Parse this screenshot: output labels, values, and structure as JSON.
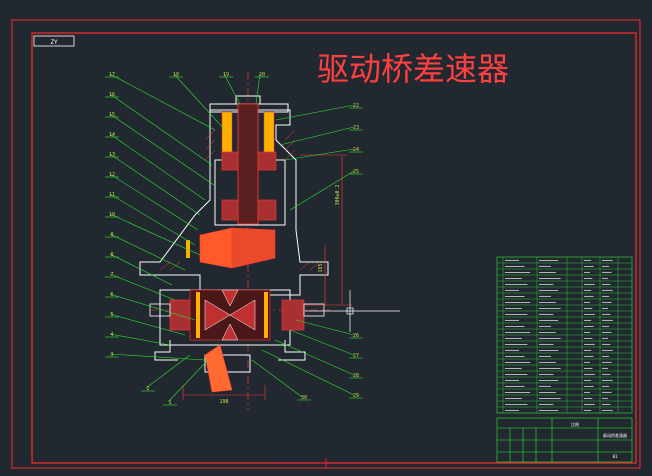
{
  "drawing": {
    "title": "驱动桥差速器",
    "code_box": "ZY",
    "colors": {
      "background": "#212830",
      "frame": "#ff2a2a",
      "leader": "#2fe82f",
      "label": "#d8d84a",
      "steel_hatch": "#ff3a3a",
      "outline": "#ffffff",
      "dimension": "#ff3a3a",
      "table_line": "#2fe82f",
      "table_text": "#ffffff"
    },
    "part_labels_left": [
      "17",
      "16",
      "15",
      "14",
      "13",
      "12",
      "11",
      "10",
      "9",
      "8",
      "7",
      "6",
      "5",
      "4",
      "3"
    ],
    "part_labels_bottom": [
      "2",
      "1"
    ],
    "part_labels_top": [
      "18",
      "19",
      "20"
    ],
    "part_labels_right_upper": [
      "22",
      "23",
      "24",
      "25"
    ],
    "part_labels_right_lower": [
      "26",
      "27",
      "28",
      "29"
    ],
    "part_labels_bottom_mid": [
      "30"
    ],
    "dimensions": {
      "bottom_width": "198",
      "vertical_1": "300±0.2",
      "vertical_2": "185"
    },
    "bom_rows": 26,
    "title_block": {
      "scale_label": "比例",
      "name_label": "驱动桥差速器",
      "sheet": "01"
    }
  }
}
